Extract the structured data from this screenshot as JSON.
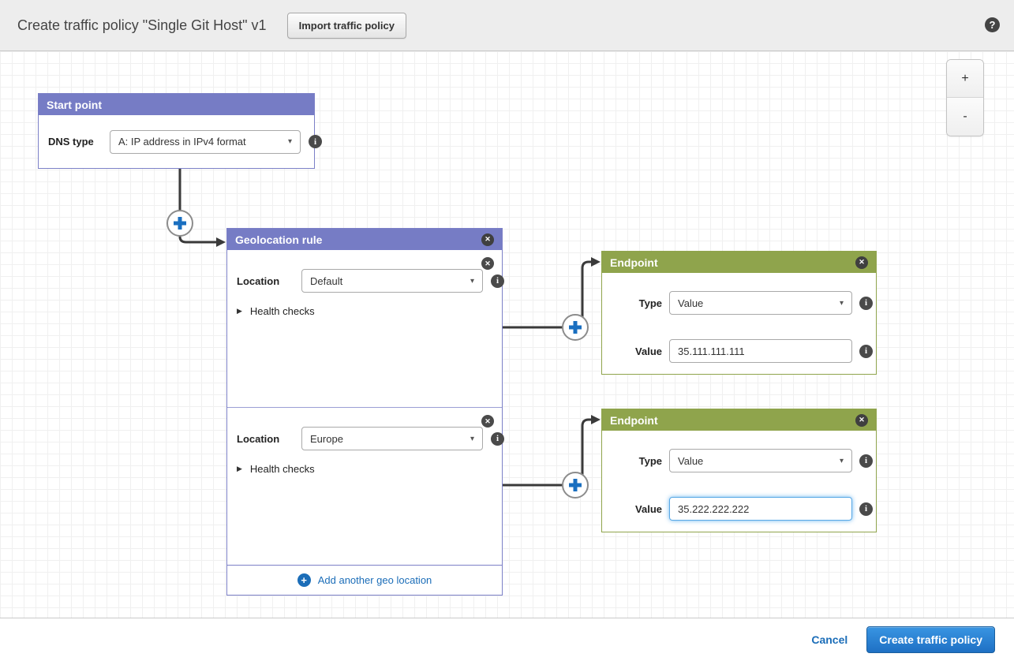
{
  "header": {
    "title": "Create traffic policy \"Single Git Host\" v1",
    "import_button_label": "Import traffic policy"
  },
  "canvas_controls": {
    "zoom_in_label": "+",
    "zoom_out_label": "-"
  },
  "start_point": {
    "header_title": "Start point",
    "dns_type_label": "DNS type",
    "dns_type_value": "A: IP address in IPv4 format"
  },
  "geolocation_rule": {
    "header_title": "Geolocation rule",
    "sections": [
      {
        "location_label": "Location",
        "location_value": "Default",
        "health_checks_label": "Health checks"
      },
      {
        "location_label": "Location",
        "location_value": "Europe",
        "health_checks_label": "Health checks"
      }
    ],
    "add_link_label": "Add another geo location"
  },
  "endpoints": [
    {
      "header_title": "Endpoint",
      "type_label": "Type",
      "type_value": "Value",
      "value_label": "Value",
      "value_text": "35.111.111.111"
    },
    {
      "header_title": "Endpoint",
      "type_label": "Type",
      "type_value": "Value",
      "value_label": "Value",
      "value_text": "35.222.222.222"
    }
  ],
  "footer": {
    "cancel_label": "Cancel",
    "create_button_label": "Create traffic policy"
  },
  "icons": {
    "help": "?",
    "close": "✕",
    "info": "i",
    "caret_down": "▾",
    "expander_collapsed": "▶",
    "plus": "+"
  },
  "colors": {
    "rule_header_purple": "#767cc5",
    "endpoint_header_green": "#8fa44c",
    "link_blue": "#1b6db8",
    "primary_button_blue": "#2a81d0",
    "connector_dark": "#3a3a3a"
  }
}
